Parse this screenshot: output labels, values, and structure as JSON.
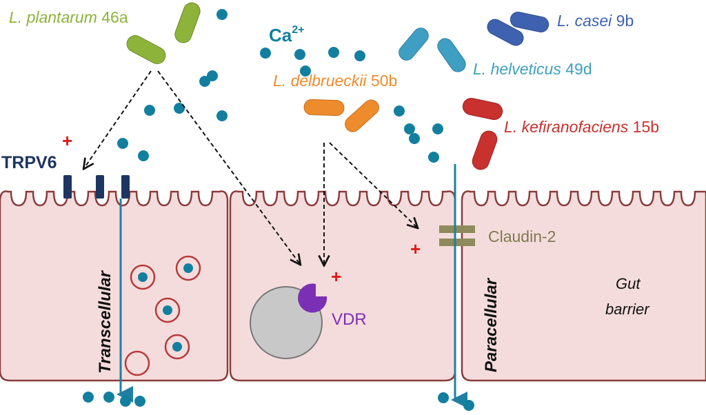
{
  "labels": {
    "l_plantarum": {
      "species": "L. plantarum",
      "strain": "46a",
      "color": "#8db33b"
    },
    "l_delbrueckii": {
      "species": "L. delbrueckii",
      "strain": "50b",
      "color": "#ee8b2c"
    },
    "l_casei": {
      "species": "L. casei",
      "strain": "9b",
      "color": "#3e62b0"
    },
    "l_helveticus": {
      "species": "L. helveticus",
      "strain": "49d",
      "color": "#3f9fc2"
    },
    "l_kefiranofaciens": {
      "species": "L. kefiranofaciens",
      "strain": "15b",
      "color": "#c8312e"
    },
    "calcium": {
      "base": "Ca",
      "charge": "2+"
    },
    "trpv6": "TRPV6",
    "claudin2": "Claudin-2",
    "vdr": "VDR",
    "transcellular": "Transcellular",
    "paracellular": "Paracellular",
    "gut_barrier_1": "Gut",
    "gut_barrier_2": "barrier",
    "plus": "+"
  },
  "colors": {
    "cell_fill": "#f5dcdc",
    "cell_border": "#8a3b3b",
    "calcium_dot": "#137f9e",
    "channel": "#1e3561",
    "claudin": "#8e8a5c",
    "vdr": "#7b2fb4",
    "nucleus": "#c8c8c8",
    "plus": "#e0191b",
    "arrow_blue": "#1f7fa3",
    "vesicle_ring": "#b53a3a"
  }
}
